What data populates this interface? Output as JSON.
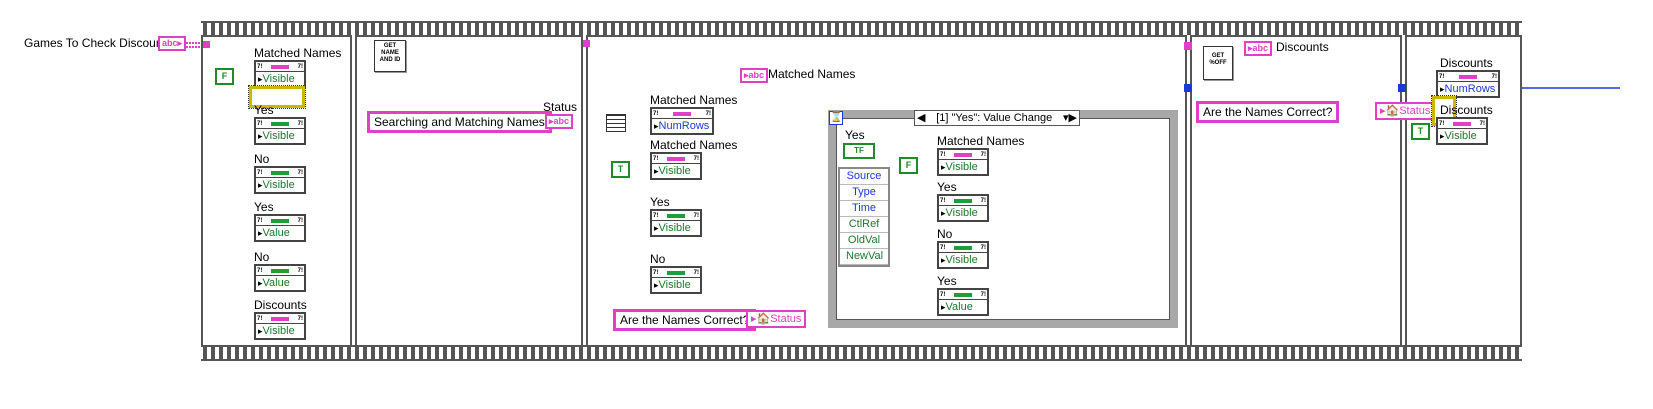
{
  "input_label": "Games To Check Discount",
  "terminals": {
    "string": "abc",
    "tf": "TF",
    "false_const": "F",
    "true_const": "T"
  },
  "pn_header": {
    "left": "7!",
    "right": "7!"
  },
  "frame1": {
    "nodes": [
      {
        "name": "Matched Names",
        "prop": "Visible"
      },
      {
        "name": "Yes",
        "prop": "Visible"
      },
      {
        "name": "No",
        "prop": "Visible"
      },
      {
        "name": "Yes",
        "prop": "Value"
      },
      {
        "name": "No",
        "prop": "Value"
      },
      {
        "name": "Discounts",
        "prop": "Visible"
      }
    ]
  },
  "frame2": {
    "subvi": "GET NAME AND ID",
    "status_caption": "Status",
    "status_string": "Searching and Matching Names"
  },
  "frame3": {
    "matched_names_indicator": "Matched Names",
    "numrows": {
      "name": "Matched Names",
      "prop": "NumRows"
    },
    "nodes": [
      {
        "name": "Matched Names",
        "prop": "Visible"
      },
      {
        "name": "Yes",
        "prop": "Visible"
      },
      {
        "name": "No",
        "prop": "Visible"
      }
    ],
    "question": "Are the Names Correct?",
    "status_ref": "Status",
    "event": {
      "case_title": "[1] \"Yes\": Value Change",
      "source_label": "Yes",
      "event_data": [
        "Source",
        "Type",
        "Time",
        "CtlRef",
        "OldVal",
        "NewVal"
      ],
      "nodes": [
        {
          "name": "Matched Names",
          "prop": "Visible"
        },
        {
          "name": "Yes",
          "prop": "Visible"
        },
        {
          "name": "No",
          "prop": "Visible"
        },
        {
          "name": "Yes",
          "prop": "Value"
        }
      ]
    }
  },
  "frame4": {
    "subvi": "GET %OFF",
    "discounts_indicator": "Discounts",
    "question": "Are the Names Correct?",
    "status_ref": "Status"
  },
  "frame5": {
    "numrows": {
      "name": "Discounts",
      "prop": "NumRows"
    },
    "visible": {
      "name": "Discounts",
      "prop": "Visible"
    }
  }
}
